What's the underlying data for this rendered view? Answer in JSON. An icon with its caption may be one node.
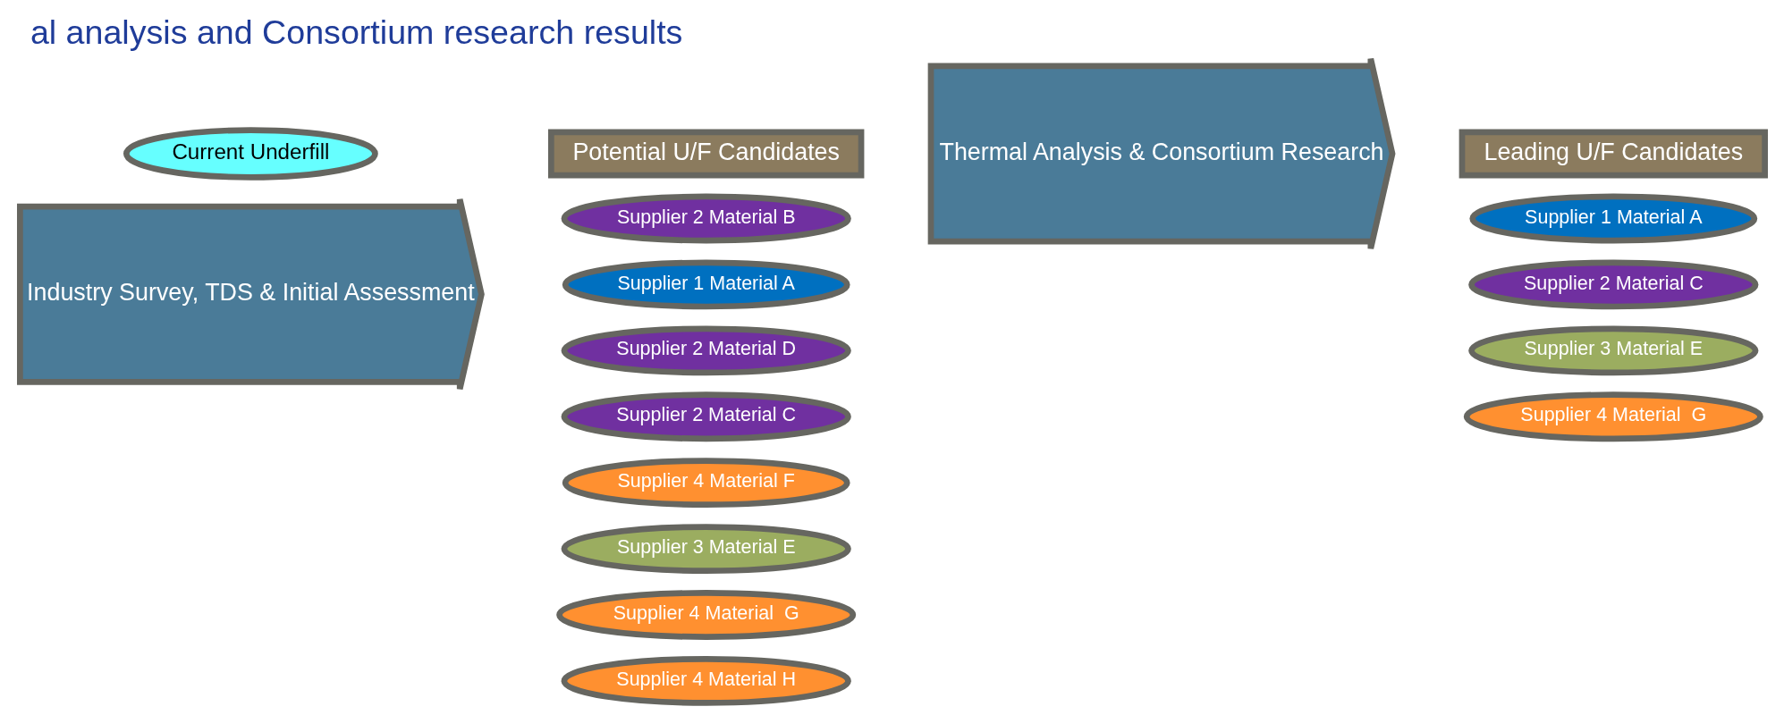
{
  "diagram": {
    "title": "al analysis and Consortium research results",
    "nodes": [
      {
        "text": [
          "Current Underfill"
        ]
      },
      {
        "text": [
          "Industry Survey, TDS & Initial Assessment"
        ]
      },
      {
        "text": [
          "Potential U/F Candidates"
        ]
      },
      {
        "text": [
          "Supplier 2 Material B"
        ]
      },
      {
        "text": [
          "Supplier 1 Material A"
        ]
      },
      {
        "text": [
          "Supplier 2 Material D"
        ]
      },
      {
        "text": [
          "Supplier 2 Material C"
        ]
      },
      {
        "text": [
          "Supplier 4 Material F"
        ]
      },
      {
        "text": [
          "Supplier 3 Material E"
        ]
      },
      {
        "text": [
          "Supplier 4 Material  G"
        ]
      },
      {
        "text": [
          "Supplier 4 Material H"
        ]
      },
      {
        "text": [
          "Thermal Analysis & Consortium Research"
        ]
      },
      {
        "text": [
          "Leading U/F Candidates"
        ]
      },
      {
        "text": [
          "Supplier 1 Material A"
        ]
      },
      {
        "text": [
          "Supplier 2 Material C"
        ]
      },
      {
        "text": [
          "Supplier 3 Material E"
        ]
      },
      {
        "text": [
          "Supplier 4 Material  G"
        ]
      }
    ],
    "edges": []
  }
}
